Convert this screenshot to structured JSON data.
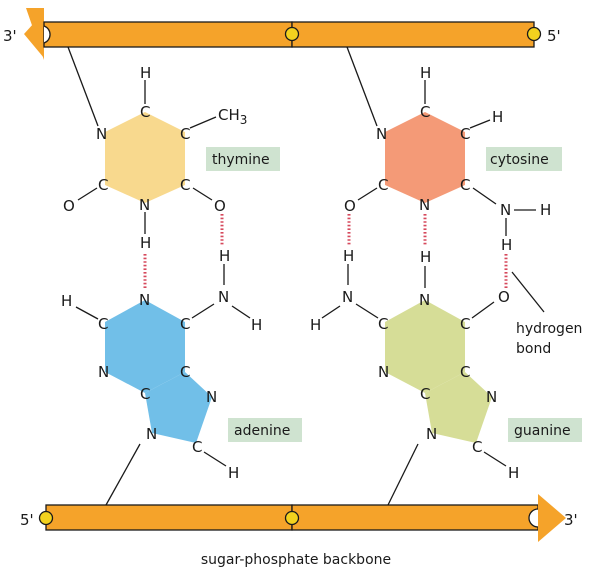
{
  "strands": {
    "top": {
      "left_end": "3'",
      "right_end": "5'"
    },
    "bottom": {
      "left_end": "5'",
      "right_end": "3'"
    }
  },
  "bases": {
    "thymine": {
      "label": "thymine",
      "color": "#f8d98e"
    },
    "cytosine": {
      "label": "cytosine",
      "color": "#f49a77"
    },
    "adenine": {
      "label": "adenine",
      "color": "#71bfe8"
    },
    "guanine": {
      "label": "guanine",
      "color": "#d6dd97"
    }
  },
  "atoms": {
    "H": "H",
    "C": "C",
    "N": "N",
    "O": "O",
    "CH3": "CH3"
  },
  "annotations": {
    "hydrogen_bond_line1": "hydrogen",
    "hydrogen_bond_line2": "bond",
    "backbone": "sugar-phosphate backbone"
  },
  "colors": {
    "backbone": "#f5a32a",
    "phosphate": "#f3d21e",
    "hydrogen_bond": "#d6495c",
    "label_box": "#cfe3d0"
  }
}
